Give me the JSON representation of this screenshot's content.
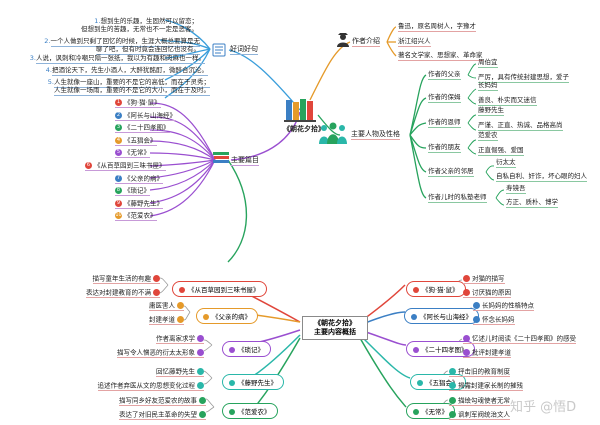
{
  "top": {
    "center_title": "《朝花夕拾》",
    "good_sentences": {
      "title": "好词好句",
      "items": [
        {
          "n": "1.",
          "lines": [
            "想到生的乐趣，生固然可以留恋；",
            "但想到生的苦趣，无常也不一定是恶客。"
          ]
        },
        {
          "n": "2.",
          "lines": [
            "一个人做到只剩了回忆的时候，生涯大概总要算是无",
            "聊了吧，但有时竟会连回忆也没有。"
          ]
        },
        {
          "n": "3.",
          "lines": [
            "人说，讽刺和冷嘲只隔一张纸，我以为有趣和肉麻也一样。"
          ]
        },
        {
          "n": "4.",
          "lines": [
            "把酒论天下，先生小酒人，大醉犹酩酊，微醉合沉沦。"
          ]
        },
        {
          "n": "5.",
          "lines": [
            "人生就像一座山，重要的不是它的高低，而在于灵秀；",
            "人生就像一场雨，重要的不是它的大小，而在于及时。"
          ]
        }
      ]
    },
    "main_chapters": {
      "title": "主要篇目",
      "items": [
        "《狗·猫·鼠》",
        "《阿长与山海经》",
        "《二十四孝图》",
        "《五猖会》",
        "《无常》",
        "《从百草园到三味书屋》",
        "《父亲的病》",
        "《琐记》",
        "《藤野先生》",
        "《范爱农》"
      ]
    },
    "author": {
      "title": "作者介绍",
      "items": [
        "鲁迅，原名周树人，字豫才",
        "浙江绍兴人",
        "著名文学家、思想家、革命家"
      ]
    },
    "characters": {
      "title": "主要人物及性格",
      "groups": [
        {
          "label": "作者的父亲",
          "values": [
            "周伯宜",
            "严厉，具有传统封建思想，爱子"
          ]
        },
        {
          "label": "作者的保姆",
          "values": [
            "长妈妈",
            "善良、朴实而又迷信"
          ]
        },
        {
          "label": "作者的恩师",
          "values": [
            "藤野先生",
            "严谨、正直、热诚、品格高尚"
          ]
        },
        {
          "label": "作者的朋友",
          "values": [
            "范爱农",
            "正直倔强、爱国"
          ]
        },
        {
          "label": "作者父亲的邻居",
          "values": [
            "衍太太",
            "自私自利、奸诈，坏心眼的妇人"
          ]
        },
        {
          "label": "作者儿时的私塾老师",
          "values": [
            "寿镜吾",
            "方正、质朴、博学"
          ]
        }
      ]
    }
  },
  "bottom": {
    "center_title": "《朝花夕拾》\n主要内容概括",
    "left": [
      {
        "title": "《从百草园到三味书屋》",
        "notes": [
          "描写童年生活的有趣",
          "表达对封建教育的不满"
        ]
      },
      {
        "title": "《父亲的病》",
        "notes": [
          "庸医害人",
          "封建孝道"
        ]
      },
      {
        "title": "《琐记》",
        "notes": [
          "作者离家求学",
          "描写令人憎恶的衍太太形象"
        ]
      },
      {
        "title": "《藤野先生》",
        "notes": [
          "回忆藤野先生",
          "追述作者弃医从文的思想变化过程"
        ]
      },
      {
        "title": "《范爱农》",
        "notes": [
          "描写同乡好友范爱农的故事",
          "表达了对旧民主革命的失望"
        ]
      }
    ],
    "right": [
      {
        "title": "《狗·猫·鼠》",
        "notes": [
          "对猫的描写",
          "讨厌猫的原因"
        ]
      },
      {
        "title": "《阿长与山海经》",
        "notes": [
          "长妈妈的性格特点",
          "怀念长妈妈"
        ]
      },
      {
        "title": "《二十四孝图》",
        "notes": [
          "忆述儿时阅读《二十四孝图》的感受",
          "批评封建孝道"
        ]
      },
      {
        "title": "《五猖会》",
        "notes": [
          "抨击旧的教育制度",
          "揭露封建家长制的摧残"
        ]
      },
      {
        "title": "《无常》",
        "notes": [
          "描绘勾魂使者无常",
          "讽刺军阀统治文人"
        ]
      }
    ]
  },
  "watermark": "知乎 @悟D",
  "colors": {
    "green": "#27a35d",
    "red": "#e0463b",
    "blue": "#3b7fc4",
    "purple": "#8e44ad",
    "teal": "#2ab7a9"
  }
}
